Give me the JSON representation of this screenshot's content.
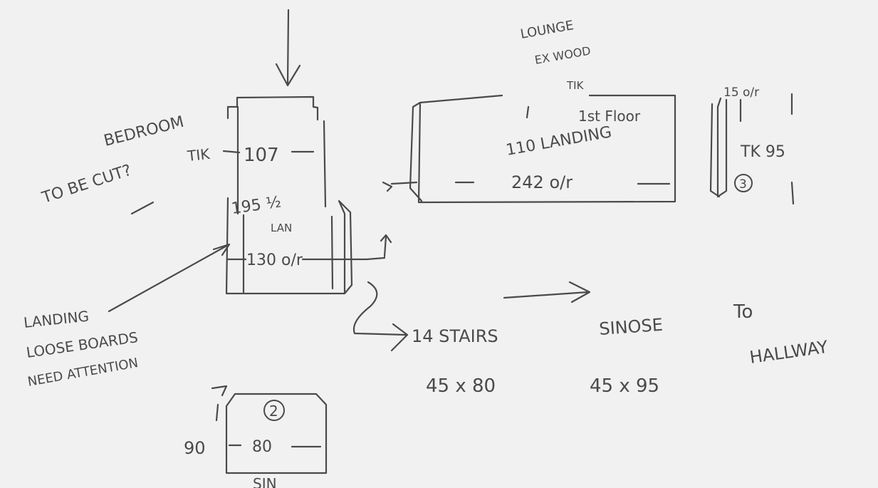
{
  "colors": {
    "paper": "#f1f1f1",
    "ink": "#4a4a4a"
  },
  "labels": {
    "bedroom": "BEDROOM",
    "to_be_cut": "TO BE CUT?",
    "tik": "TIK",
    "dim_107": "107",
    "dim_195": "195 ½",
    "lan": "LAN",
    "dim_130": "130 o/r",
    "landing_note_1": "LANDING",
    "landing_note_2": "LOOSE BOARDS",
    "landing_note_3": "NEED ATTENTION",
    "dim_90": "90",
    "circle_2": "2",
    "dim_80": "80",
    "sin": "SIN",
    "lounge_1": "LOUNGE",
    "lounge_2": "EX WOOD",
    "lounge_3": "TIK",
    "first_floor": "1st Floor",
    "landing_110": "110 LANDING",
    "dim_242": "242 o/r",
    "dim_15": "15 o/r",
    "tik_95": "TK 95",
    "circle_3": "3",
    "stairs_14": "14 STAIRS",
    "stairs_dim": "45 x 80",
    "sin_nose": "SINOSE",
    "nose_dim": "45 x 95",
    "to": "To",
    "hallway": "HALLWAY"
  }
}
